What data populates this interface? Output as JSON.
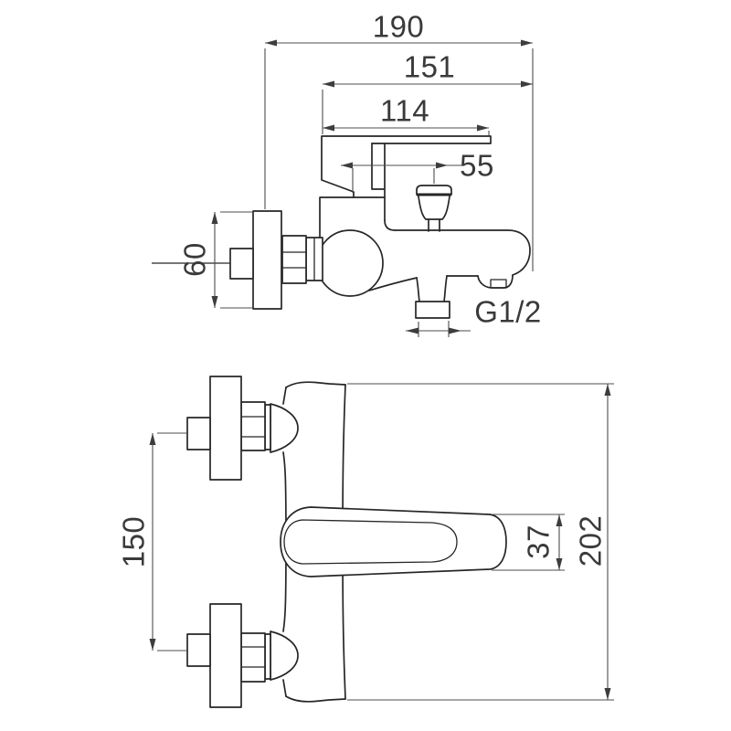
{
  "drawing": {
    "type": "technical dimensional drawing",
    "subject": "wall-mounted bath mixer faucet, side view and top view",
    "colors": {
      "background": "#ffffff",
      "object_line": "#262626",
      "dimension_line": "#4d4d4d",
      "text": "#3a3a3a"
    },
    "dims": {
      "total_depth": "190",
      "body_depth": "151",
      "lever_length": "114",
      "diverter_offset": "55",
      "wall_plate_height": "60",
      "connection_thread": "G1/2",
      "inlet_spacing": "150",
      "lever_width": "37",
      "body_width": "202"
    }
  }
}
